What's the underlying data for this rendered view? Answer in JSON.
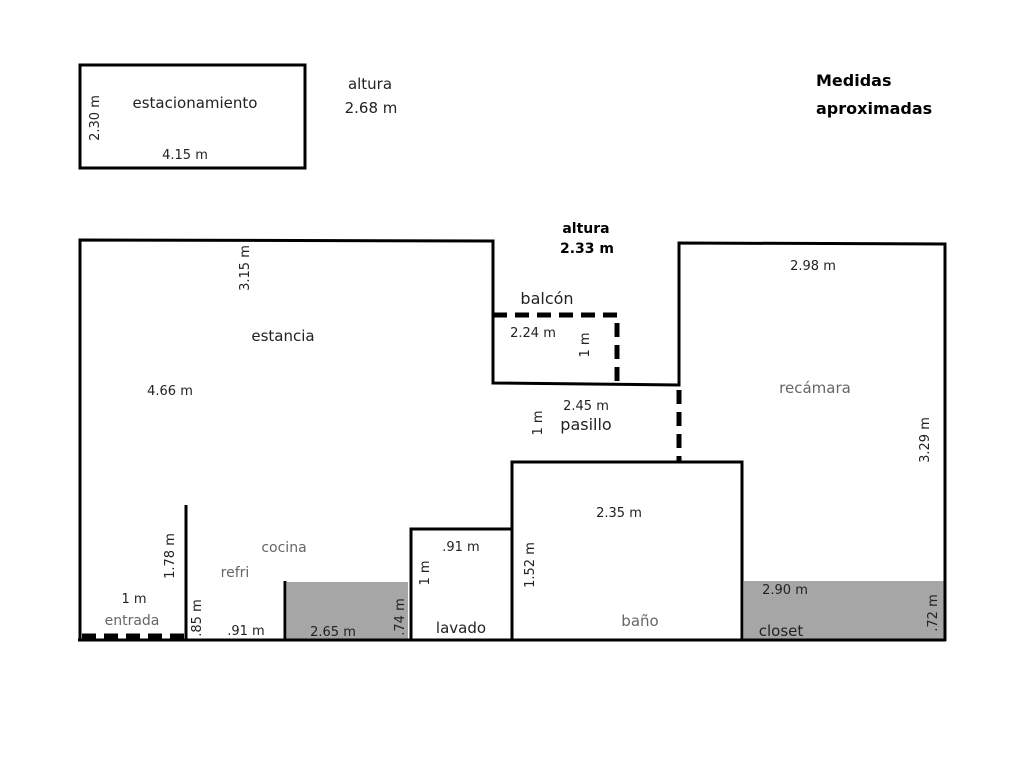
{
  "note": {
    "line1": "Medidas",
    "line2": "aproximadas"
  },
  "parking": {
    "name": "estacionamiento",
    "height": "2.30 m",
    "width": "4.15 m"
  },
  "height_general": {
    "label": "altura",
    "value": "2.68 m"
  },
  "height_balcony": {
    "label": "altura",
    "value": "2.33 m"
  },
  "rooms": {
    "estancia": {
      "name": "estancia",
      "dim1": "3.15 m",
      "dim2": "4.66 m"
    },
    "balcon": {
      "name": "balcón",
      "dim1": "2.24 m",
      "dim2": "1 m"
    },
    "pasillo": {
      "name": "pasillo",
      "dim1": "2.45 m",
      "dim2": "1 m"
    },
    "recamara": {
      "name": "recámara",
      "dim1": "2.98 m",
      "dim2": "3.29 m"
    },
    "bano": {
      "name": "baño",
      "dim1": "2.35 m",
      "dim2": "1.52 m"
    },
    "lavado": {
      "name": "lavado",
      "dim1": ".91 m",
      "dim2": "1 m"
    },
    "cocina": {
      "name": "cocina",
      "refri": "refri",
      "dim1": "1.78 m",
      "dim2": ".85 m",
      "dim3": ".91 m",
      "counter_len": "2.65 m",
      "counter_depth": ".74 m"
    },
    "entrada": {
      "name": "entrada",
      "dim1": "1 m"
    },
    "closet": {
      "name": "closet",
      "dim1": "2.90 m",
      "dim2": ".72 m"
    }
  },
  "colors": {
    "fill": "#a6a6a6",
    "wall": "#000000"
  }
}
